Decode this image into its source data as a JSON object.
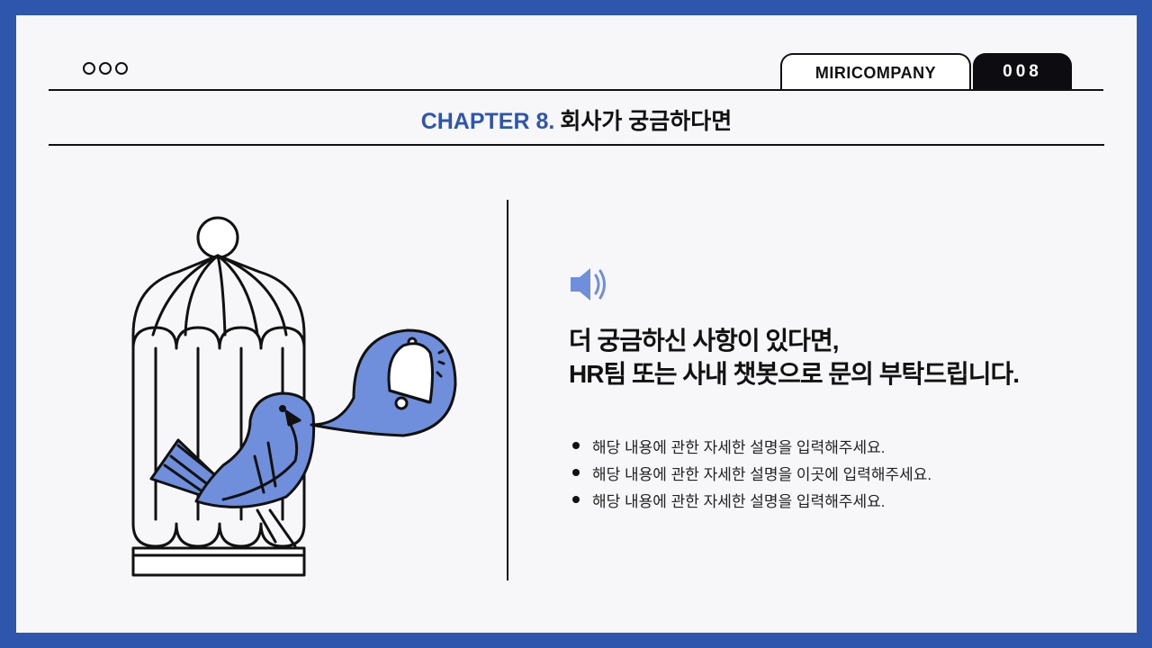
{
  "header": {
    "dots_icon": "three-circles-icon",
    "company_tab": "MIRICOMPANY",
    "page_tab": "008"
  },
  "chapter": {
    "label": "CHAPTER 8.",
    "title": "회사가 궁금하다면"
  },
  "illustration": {
    "description": "bird-in-cage-with-bell-speech-bubble",
    "accent_color": "#6f8fdc"
  },
  "content": {
    "icon": "speaker-icon",
    "headline_line1": "더 궁금하신 사항이 있다면,",
    "headline_line2": "HR팀 또는 사내 챗봇으로 문의 부탁드립니다.",
    "bullets": [
      "해당 내용에 관한 자세한 설명을 입력해주세요.",
      "해당 내용에 관한 자세한 설명을 이곳에 입력해주세요.",
      "해당 내용에 관한 자세한 설명을 입력해주세요."
    ]
  },
  "colors": {
    "frame": "#2f56ad",
    "background": "#f7f6f9",
    "accent_text": "#2f56ad",
    "illustration_fill": "#6f8fdc"
  }
}
